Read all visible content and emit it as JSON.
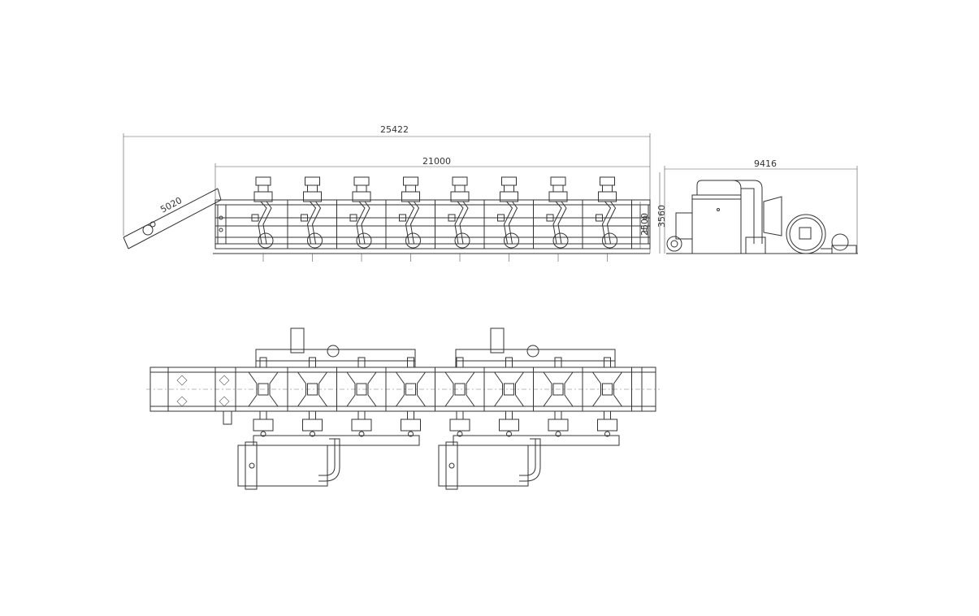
{
  "dimensions": {
    "overall_length": "25422",
    "body_length": "21000",
    "conveyor_length": "5020",
    "height_total": "3560",
    "height_body": "2500",
    "plant_length": "9416"
  },
  "units": {
    "top_view_count": 8,
    "plan_view_count": 8
  },
  "colors": {
    "line": "#333333",
    "background": "#ffffff"
  }
}
